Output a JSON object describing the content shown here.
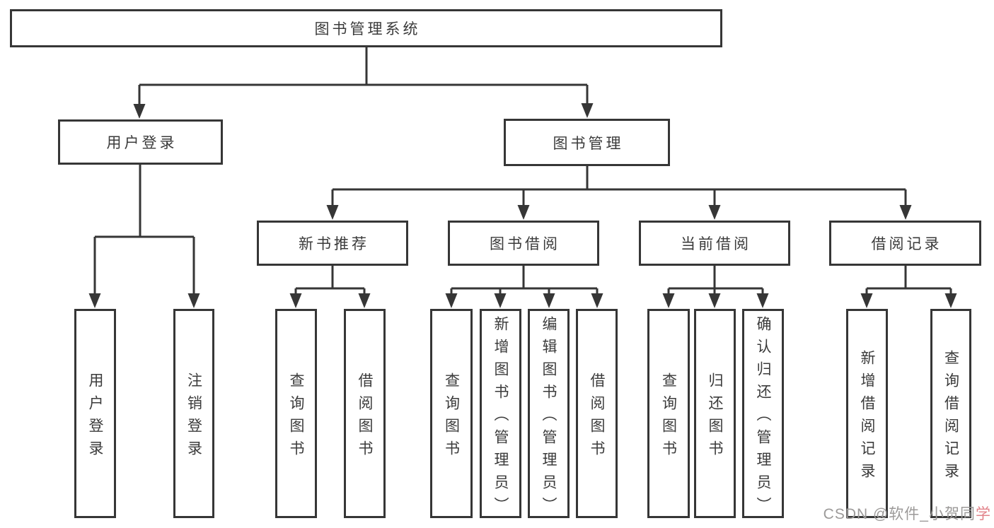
{
  "colors": {
    "line": "#363636",
    "box_border": "#363636",
    "text": "#3b3b3b",
    "watermark_gray": "#9c9a99",
    "watermark_pink": "#e2838a",
    "background": "#ffffff"
  },
  "tree": {
    "root": {
      "label": "图书管理系统"
    },
    "modules": [
      {
        "label": "用户登录",
        "children": [
          {
            "label": "用户登录"
          },
          {
            "label": "注销登录"
          }
        ]
      },
      {
        "label": "图书管理",
        "submodules": [
          {
            "label": "新书推荐",
            "children": [
              {
                "label": "查询图书"
              },
              {
                "label": "借阅图书"
              }
            ]
          },
          {
            "label": "图书借阅",
            "children": [
              {
                "label": "查询图书"
              },
              {
                "label": "新增图书（管理员）"
              },
              {
                "label": "编辑图书（管理员）"
              },
              {
                "label": "借阅图书"
              }
            ]
          },
          {
            "label": "当前借阅",
            "children": [
              {
                "label": "查询图书"
              },
              {
                "label": "归还图书"
              },
              {
                "label": "确认归还（管理员）"
              }
            ]
          },
          {
            "label": "借阅记录",
            "children": [
              {
                "label": "新增借阅记录"
              },
              {
                "label": "查询借阅记录"
              }
            ]
          }
        ]
      }
    ]
  },
  "watermark": {
    "prefix": "CSDN @软件_小贺同",
    "suffix": "学"
  }
}
